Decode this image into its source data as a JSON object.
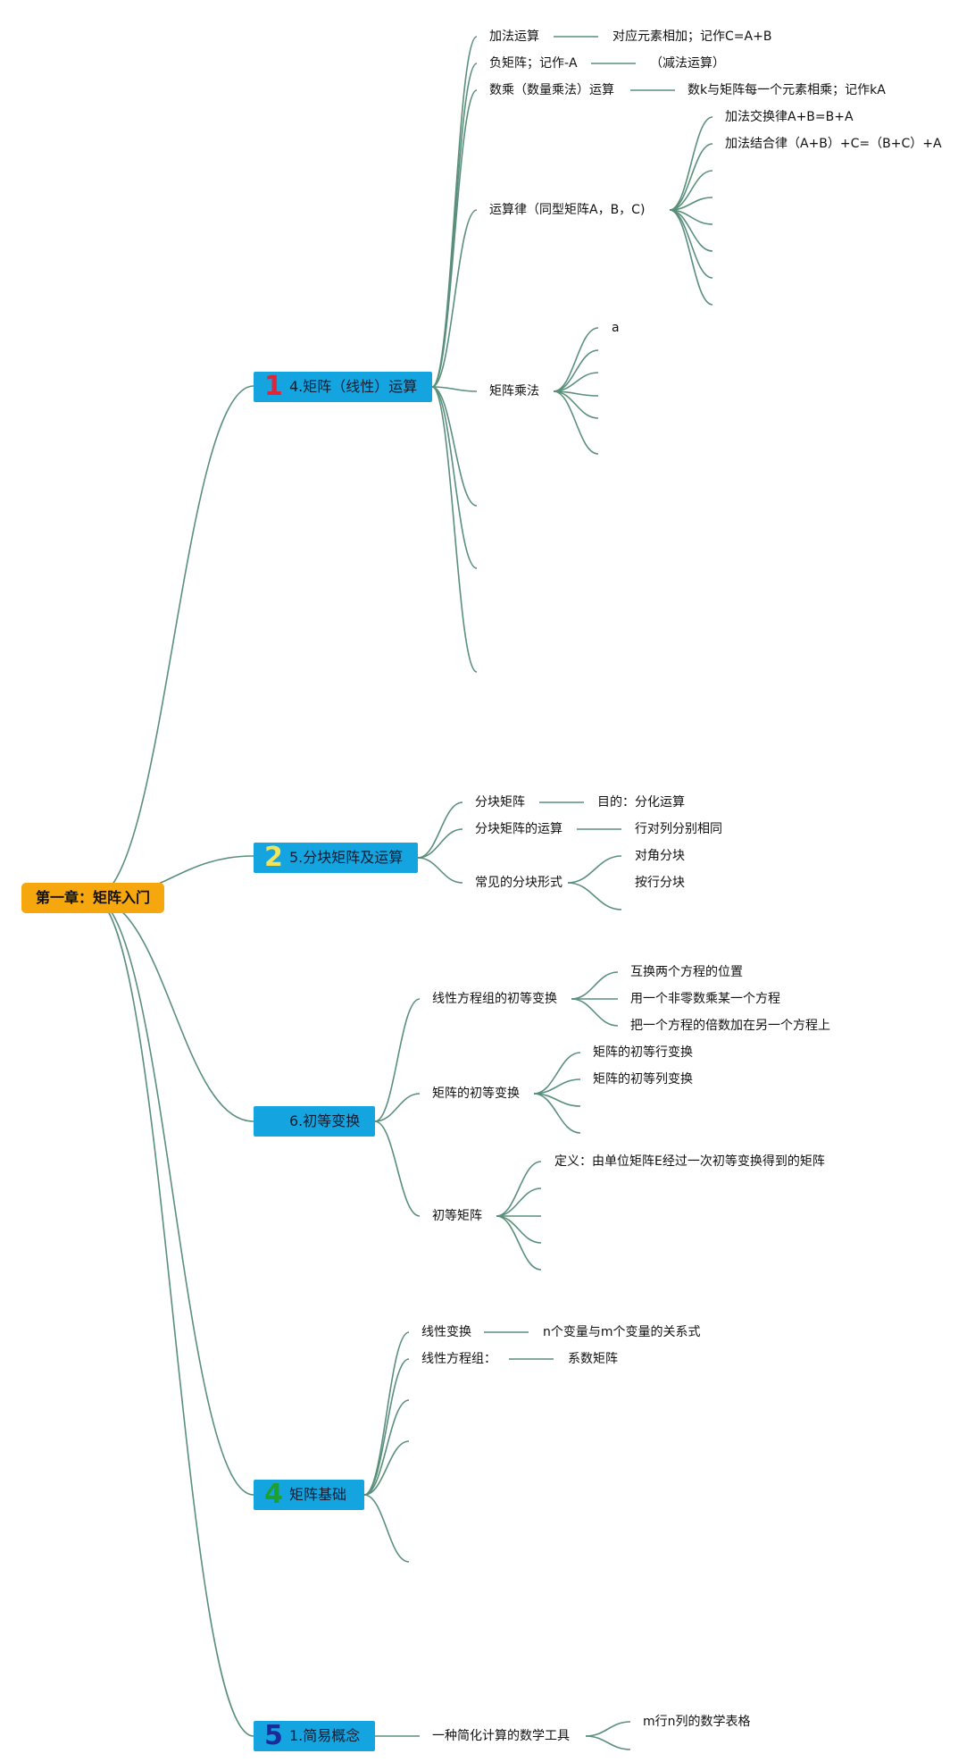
{
  "root": {
    "label": "第一章：矩阵入门"
  },
  "topics": [
    {
      "badge": "1",
      "badge_color": "#e0243a",
      "label": "4.矩阵（线性）运算"
    },
    {
      "badge": "2",
      "badge_color": "#f2e35a",
      "label": "5.分块矩阵及运算"
    },
    {
      "badge": "",
      "badge_color": "#14a4e0",
      "label": "6.初等变换"
    },
    {
      "badge": "4",
      "badge_color": "#1fa02e",
      "label": "矩阵基础"
    },
    {
      "badge": "5",
      "badge_color": "#1a2a9a",
      "label": "1.简易概念"
    }
  ],
  "t1": {
    "add": "加法运算",
    "add_def": "对应元素相加；记作C=A+B",
    "neg": "负矩阵；记作-A",
    "neg_note": "（减法运算）",
    "scalar": "数乘（数量乘法）运算",
    "scalar_def": "数k与矩阵每一个元素相乘；记作kA",
    "laws": "运算律（同型矩阵A，B，C)",
    "law_comm": "加法交换律A+B=B+A",
    "law_assoc": "加法结合律（A+B）+C=（B+C）+A",
    "mult": "矩阵乘法",
    "mult_a": "a"
  },
  "t2": {
    "block": "分块矩阵",
    "block_goal": "目的：分化运算",
    "block_ops": "分块矩阵的运算",
    "block_ops_note": "行对列分别相同",
    "forms": "常见的分块形式",
    "form_diag": "对角分块",
    "form_row": "按行分块"
  },
  "t3": {
    "eq_ops": "线性方程组的初等变换",
    "eq_swap": "互换两个方程的位置",
    "eq_scale": "用一个非零数乘某一个方程",
    "eq_add": "把一个方程的倍数加在另一个方程上",
    "mat_ops": "矩阵的初等变换",
    "mat_row": "矩阵的初等行变换",
    "mat_col": "矩阵的初等列变换",
    "elem": "初等矩阵",
    "elem_def": "定义：由单位矩阵E经过一次初等变换得到的矩阵"
  },
  "t4": {
    "lin_trans": "线性变换",
    "lin_trans_def": "n个变量与m个变量的关系式",
    "lin_sys": "线性方程组：",
    "lin_sys_coef": "系数矩阵"
  },
  "t5": {
    "tool": "一种简化计算的数学工具",
    "table": "m行n列的数学表格"
  }
}
